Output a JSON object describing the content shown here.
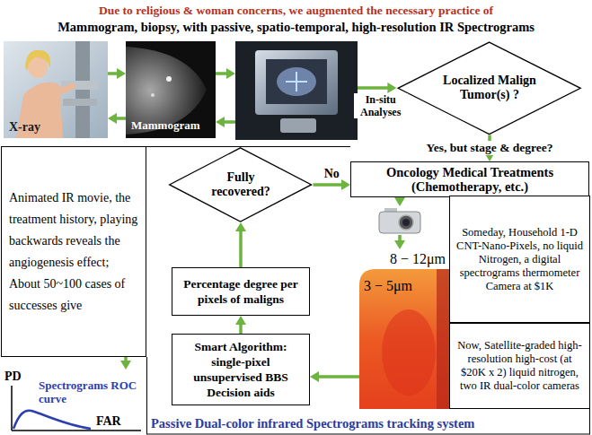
{
  "diagram": {
    "title": "Due to religious & woman concerns, we augmented the necessary practice of",
    "nodes": [
      {
        "text": [
          "X-ray"
        ]
      },
      {
        "text": [
          "Mammogram"
        ]
      },
      {
        "text": []
      },
      {
        "text": [
          "Localized Malign Tumor(s) ?"
        ]
      },
      {
        "text": [
          "Animated IR movie, the treatment history, playing backwards reveals the angiogenesis effect; About 50~100 cases of successes give"
        ]
      },
      {
        "text": [
          "Fully recovered?"
        ]
      },
      {
        "text": [
          "Oncology Medical Treatments (Chemotherapy, etc.)"
        ]
      },
      {
        "text": [
          "Someday, Household 1-D CNT-Nano-Pixels, no liquid Nitrogen, a digital spectrograms thermometer Camera at $1K"
        ]
      },
      {
        "text": []
      },
      {
        "text": [
          "Percentage degree per pixels of maligns"
        ]
      },
      {
        "text": [
          "8 − 12μm",
          "3 − 5μm"
        ]
      },
      {
        "text": [
          "Smart Algorithm: single-pixel unsupervised BBS Decision aids"
        ]
      },
      {
        "text": [
          "Now, Satellite-graded high-resolution high-cost (at $20K x 2) liquid nitrogen, two IR dual-color cameras"
        ]
      },
      {
        "text": [
          "PD",
          "Spectrograms ROC curve",
          "FAR"
        ]
      }
    ],
    "edges": [
      {
        "from": 0,
        "to": 1,
        "arrow": "to"
      },
      {
        "from": 1,
        "to": 0,
        "arrow": "to"
      },
      {
        "from": 1,
        "to": 2,
        "arrow": "to"
      },
      {
        "from": 2,
        "to": 1,
        "arrow": "to"
      },
      {
        "from": 2,
        "to": 3,
        "label": "In-situ Analyses",
        "arrow": "to"
      },
      {
        "from": 3,
        "to": 6,
        "label": "Yes, but stage & degree?",
        "arrow": "to"
      },
      {
        "from": 5,
        "to": 6,
        "label": "No",
        "arrow": "to"
      },
      {
        "from": 6,
        "to": 8,
        "arrow": "to"
      },
      {
        "from": 8,
        "to": 10,
        "arrow": "to"
      },
      {
        "from": 10,
        "to": 11,
        "arrow": "to"
      },
      {
        "from": 11,
        "to": 9,
        "arrow": "to"
      },
      {
        "from": 9,
        "to": 5,
        "arrow": "to"
      },
      {
        "from": 4,
        "to": 13,
        "arrow": "to"
      }
    ],
    "labels": [
      "Mammogram, biopsy, with passive, spatio-temporal, high-resolution IR Spectrograms",
      "Passive Dual-color infrared Spectrograms tracking system"
    ]
  }
}
